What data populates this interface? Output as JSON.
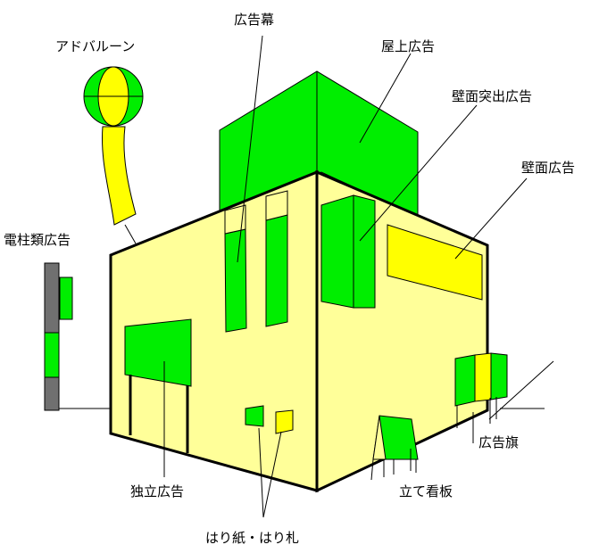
{
  "labels": {
    "ad_balloon": "アドバルーン",
    "ad_curtain": "広告幕",
    "rooftop_ad": "屋上広告",
    "wall_projecting_ad": "壁面突出広告",
    "wall_ad": "壁面広告",
    "utility_pole_ad": "電柱類広告",
    "freestanding_ad": "独立広告",
    "ad_flag": "広告旗",
    "standing_sign": "立て看板",
    "posters_tags": "はり紙・はり札"
  },
  "colors": {
    "ad_green": "#00ee00",
    "building_yellow": "#ffff99",
    "sign_yellow": "#ffff00",
    "pole_gray": "#707070",
    "outline": "#000000"
  }
}
